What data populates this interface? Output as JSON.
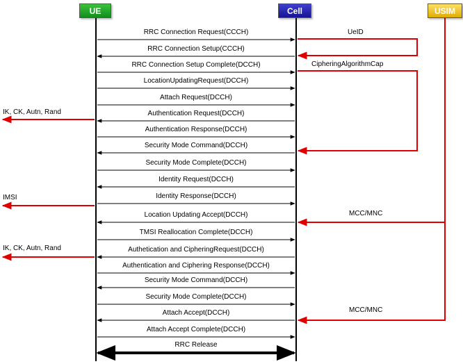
{
  "entities": {
    "ue": "UE",
    "cell": "Cell",
    "usim": "USIM"
  },
  "messages": [
    "RRC Connection Request(CCCH)",
    "RRC Connection Setup(CCCH)",
    "RRC Connection Setup Complete(DCCH)",
    "LocationUpdatingRequest(DCCH)",
    "Attach Request(DCCH)",
    "Authentication Request(DCCH)",
    "Authentication Response(DCCH)",
    "Security Mode Command(DCCH)",
    "Security Mode Complete(DCCH)",
    "Identity Request(DCCH)",
    "Identity Response(DCCH)",
    "Location Updating Accept(DCCH)",
    "TMSI Reallocation Complete(DCCH)",
    "Authetication and CipheringRequest(DCCH)",
    "Authentication and Ciphering Response(DCCH)",
    "Security Mode Command(DCCH)",
    "Security Mode Complete(DCCH)",
    "Attach Accept(DCCH)",
    "Attach Accept Complete(DCCH)",
    "RRC Release"
  ],
  "usim_labels": {
    "ueid": "UeID",
    "ciphering_cap": "CipheringAlgorithmCap",
    "mcc_mnc_1": "MCC/MNC",
    "mcc_mnc_2": "MCC/MNC"
  },
  "ue_outputs": {
    "auth_1": "IK, CK, Autn, Rand",
    "imsi": "IMSI",
    "auth_2": "IK, CK, Autn, Rand"
  },
  "colors": {
    "signal_line": "#e00000",
    "message_line": "#000000"
  }
}
